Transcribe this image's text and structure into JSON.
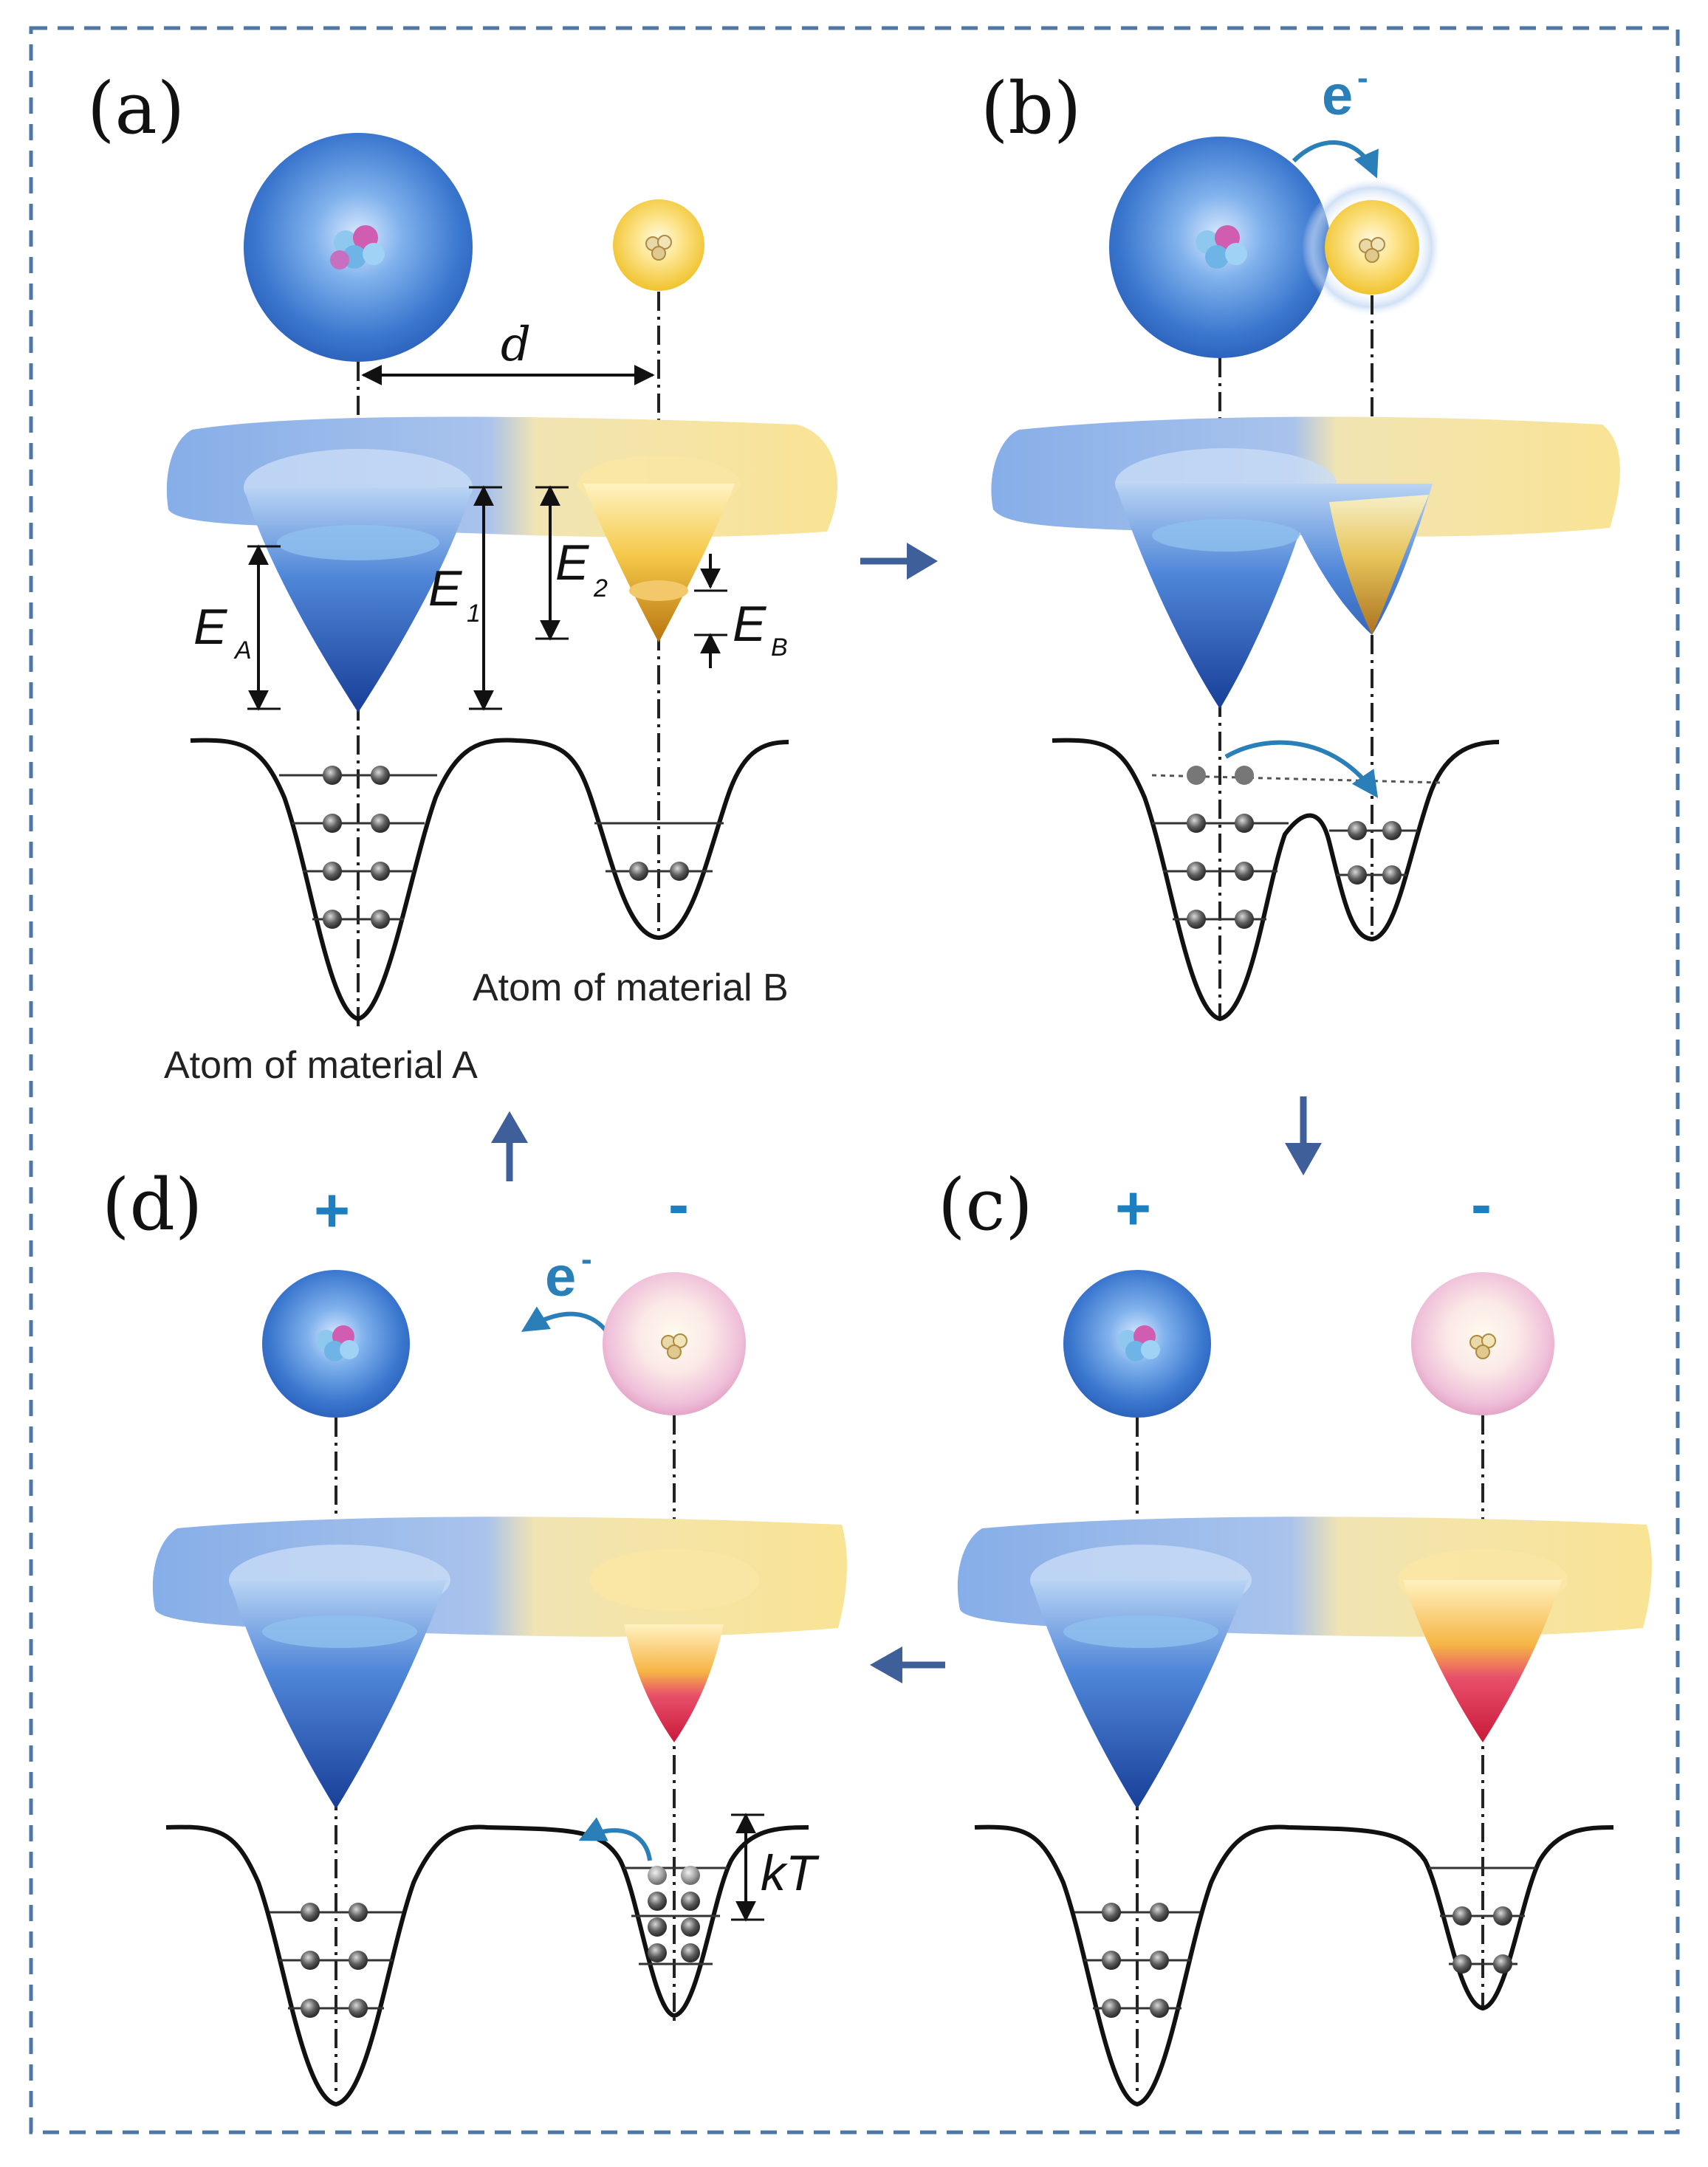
{
  "panels": {
    "a": {
      "label": "(a)"
    },
    "b": {
      "label": "(b)",
      "electron": "e",
      "electron_sup": "-"
    },
    "c": {
      "label": "(c)",
      "plus": "+",
      "minus": "-"
    },
    "d": {
      "label": "(d)",
      "plus": "+",
      "minus": "-",
      "electron": "e",
      "electron_sup": "-"
    }
  },
  "labels": {
    "distance": "d",
    "EA_main": "E",
    "EA_sub": "A",
    "E1_main": "E",
    "E1_sub": "1",
    "E2_main": "E",
    "E2_sub": "2",
    "EB_main": "E",
    "EB_sub": "B",
    "kT": "kT",
    "atom_A": "Atom of material A",
    "atom_B": "Atom of material B"
  },
  "colors": {
    "frame": "#4e77a6",
    "flow_arrow": "#3f5f9a",
    "electron_text": "#2a7fb8",
    "sign": "#1d7fbf",
    "atom_A": "#3f7fcf",
    "atom_B": "#f3cf3d",
    "atom_B_ionized": "#f1c7dc",
    "well_A": "#1f4fa8",
    "well_B": "#d89a1c",
    "well_B_ionized": "#d92f52"
  }
}
